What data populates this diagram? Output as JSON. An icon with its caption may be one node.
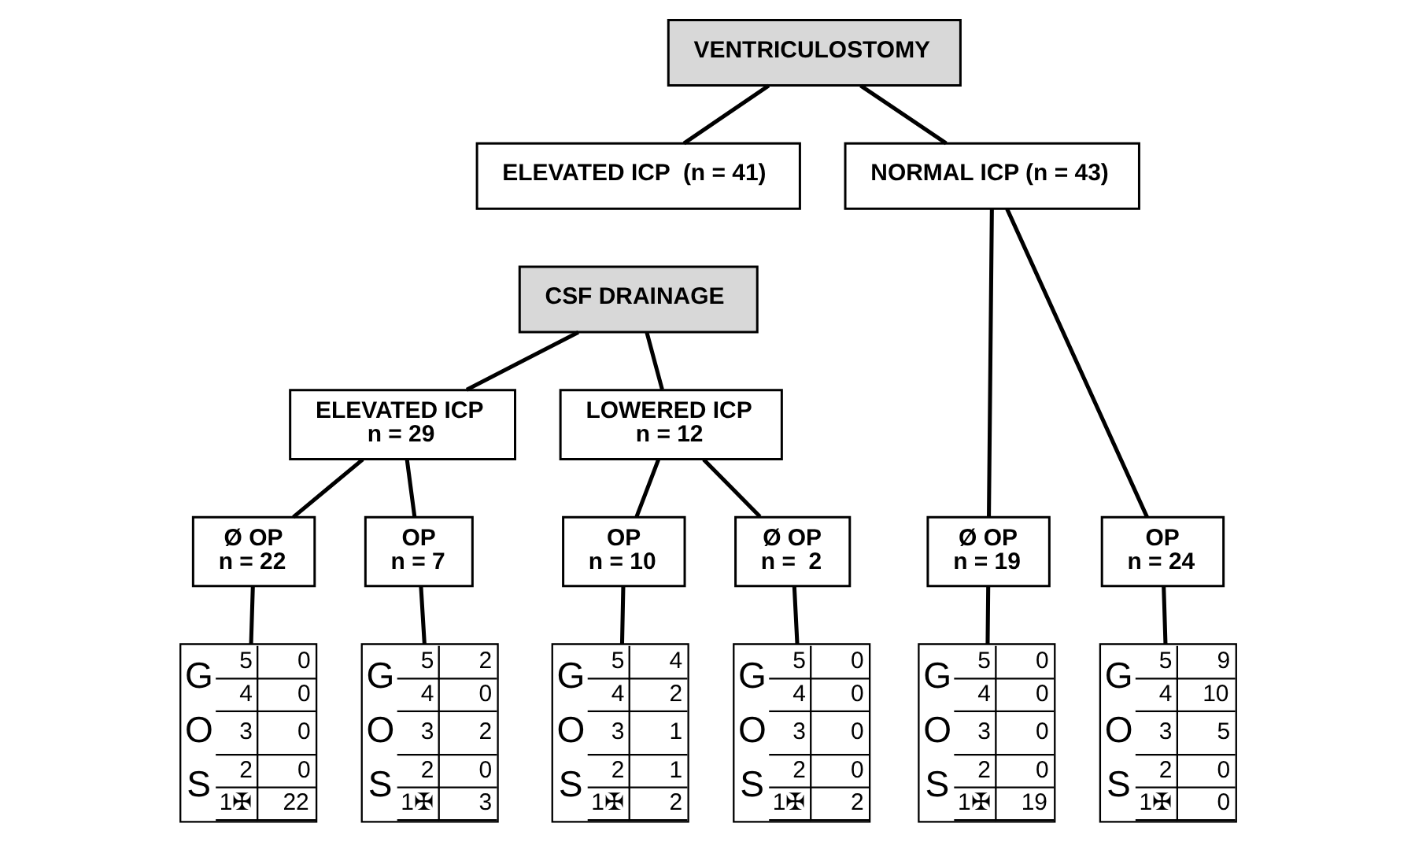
{
  "diagram": {
    "nodes": [
      {
        "text": [
          "VENTRICULOSTOMY"
        ]
      },
      {
        "text": [
          "ELEVATED ICP  (n = 41)"
        ]
      },
      {
        "text": [
          "NORMAL ICP (n = 43)"
        ]
      },
      {
        "text": [
          "CSF DRAINAGE"
        ]
      },
      {
        "text": [
          "ELEVATED ICP",
          "n = 29"
        ]
      },
      {
        "text": [
          "LOWERED ICP",
          "n = 12"
        ]
      },
      {
        "text": [
          "Ø OP",
          "n = 22"
        ]
      },
      {
        "text": [
          "OP",
          "n = 7"
        ]
      },
      {
        "text": [
          "OP",
          "n = 10"
        ]
      },
      {
        "text": [
          "Ø OP",
          "n =  2"
        ]
      },
      {
        "text": [
          "Ø OP",
          "n = 19"
        ]
      },
      {
        "text": [
          "OP",
          "n = 24"
        ]
      },
      {
        "text": [
          "G",
          "O",
          "S",
          "5",
          "0",
          "4",
          "0",
          "3",
          "0",
          "2",
          "0",
          "1✠",
          "22"
        ]
      },
      {
        "text": [
          "G",
          "O",
          "S",
          "5",
          "2",
          "4",
          "0",
          "3",
          "2",
          "2",
          "0",
          "1✠",
          "3"
        ]
      },
      {
        "text": [
          "G",
          "O",
          "S",
          "5",
          "4",
          "4",
          "2",
          "3",
          "1",
          "2",
          "1",
          "1✠",
          "2"
        ]
      },
      {
        "text": [
          "G",
          "O",
          "S",
          "5",
          "0",
          "4",
          "0",
          "3",
          "0",
          "2",
          "0",
          "1✠",
          "2"
        ]
      },
      {
        "text": [
          "G",
          "O",
          "S",
          "5",
          "0",
          "4",
          "0",
          "3",
          "0",
          "2",
          "0",
          "1✠",
          "19"
        ]
      },
      {
        "text": [
          "G",
          "O",
          "S",
          "5",
          "9",
          "4",
          "10",
          "3",
          "5",
          "2",
          "0",
          "1✠",
          "0"
        ]
      }
    ],
    "edges": [
      {
        "from": 0,
        "to": 1,
        "arrow": "none"
      },
      {
        "from": 0,
        "to": 2,
        "arrow": "none"
      },
      {
        "from": 3,
        "to": 4,
        "arrow": "none"
      },
      {
        "from": 3,
        "to": 5,
        "arrow": "none"
      },
      {
        "from": 4,
        "to": 6,
        "arrow": "none"
      },
      {
        "from": 4,
        "to": 7,
        "arrow": "none"
      },
      {
        "from": 5,
        "to": 8,
        "arrow": "none"
      },
      {
        "from": 5,
        "to": 9,
        "arrow": "none"
      },
      {
        "from": 2,
        "to": 10,
        "arrow": "none"
      },
      {
        "from": 2,
        "to": 11,
        "arrow": "none"
      },
      {
        "from": 6,
        "to": 12,
        "arrow": "none"
      },
      {
        "from": 7,
        "to": 13,
        "arrow": "none"
      },
      {
        "from": 8,
        "to": 14,
        "arrow": "none"
      },
      {
        "from": 9,
        "to": 15,
        "arrow": "none"
      },
      {
        "from": 10,
        "to": 16,
        "arrow": "none"
      },
      {
        "from": 11,
        "to": 17,
        "arrow": "none"
      }
    ]
  }
}
